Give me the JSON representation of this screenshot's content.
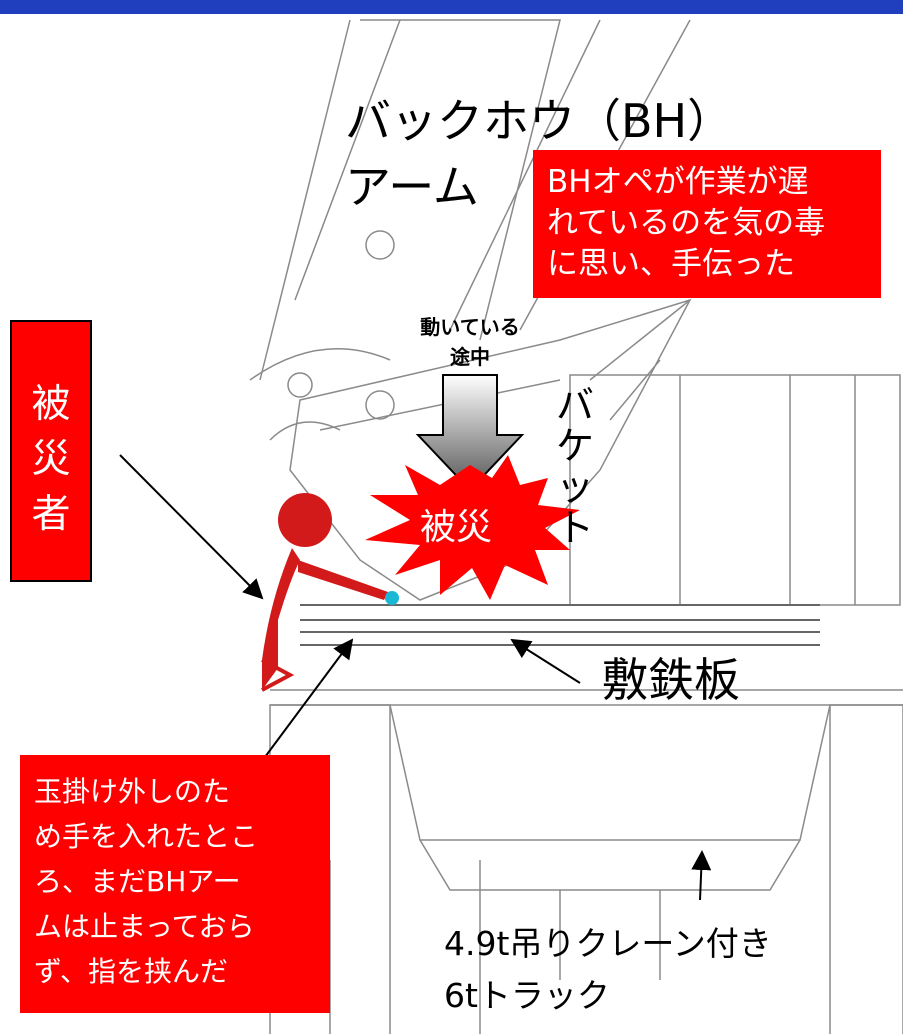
{
  "header_bar_color": "#1f3fbf",
  "labels": {
    "arm_title": "バックホウ（BH）\nアーム",
    "operator_note": "BHオペが作業が遅\nれているのを気の毒\nに思い、手伝った",
    "moving": "動いている\n途中",
    "bucket": "バ\nケ\nッ\nト",
    "victim": "被\n災\n者",
    "impact": "被災",
    "steel_plate": "敷鉄板",
    "hand_note": "玉掛け外しのた\nめ手を入れたとこ\nろ、まだBHアー\nムは止まっておら\nず、指を挟んだ",
    "truck": "4.9t吊りクレーン付き\n6tトラック"
  },
  "colors": {
    "accent_red": "#ff0000",
    "figure_red": "#d21a1a",
    "glove": "#1bb8d6"
  },
  "icons": [
    "down-arrow-icon",
    "explosion-icon",
    "person-figure-icon"
  ]
}
